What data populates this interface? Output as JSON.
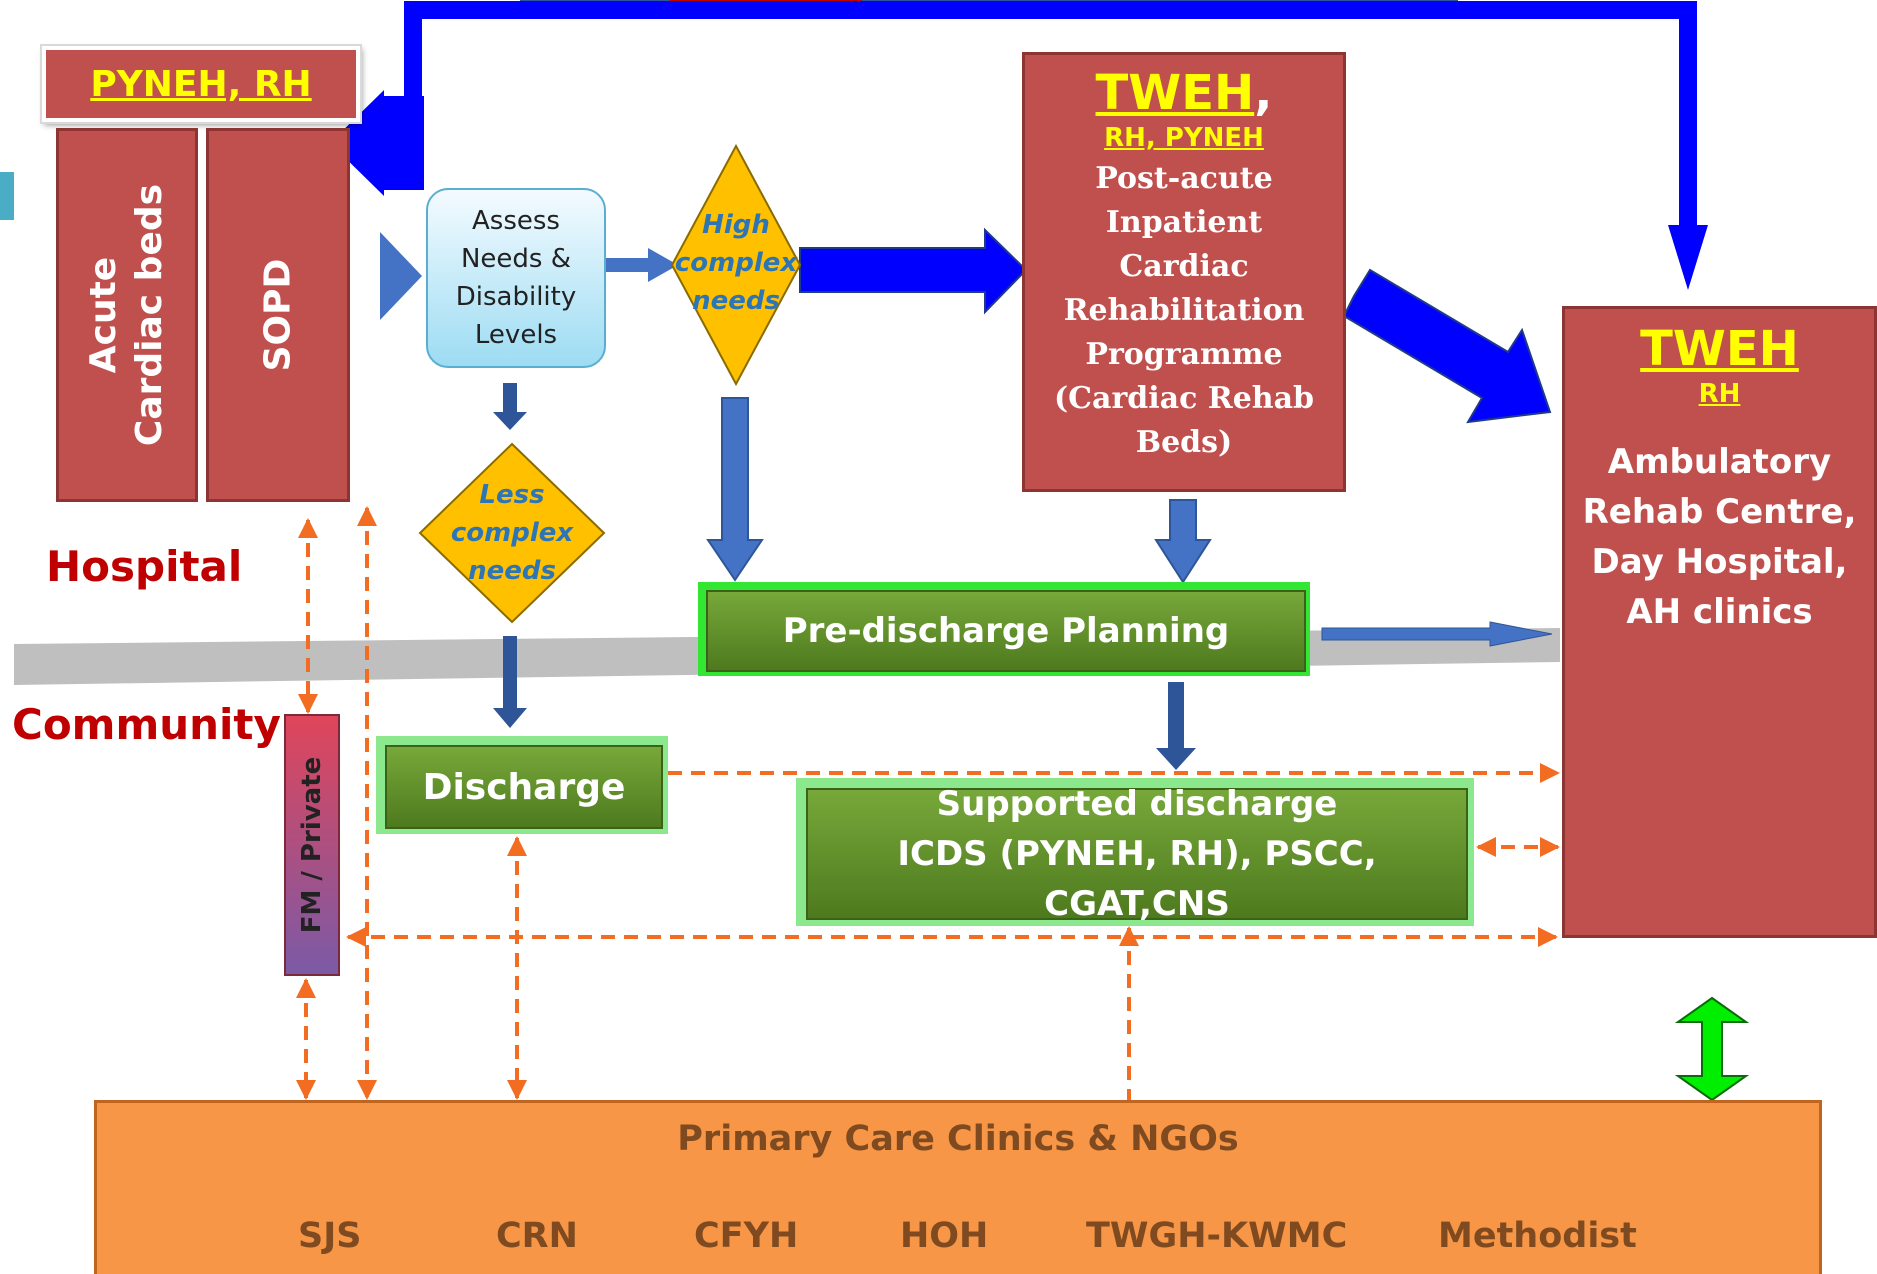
{
  "zones": {
    "hospital": "Hospital",
    "community": "Community"
  },
  "pyneh_box": {
    "title": "PYNEH, RH",
    "col1_line1": "Acute",
    "col1_line2": "Cardiac beds",
    "col2": "SOPD"
  },
  "assess": {
    "lines": [
      "Assess",
      "Needs &",
      "Disability",
      "Levels"
    ]
  },
  "high_diamond": {
    "lines": [
      "High",
      "complex",
      "needs"
    ]
  },
  "less_diamond": {
    "lines": [
      "Less",
      "complex",
      "needs"
    ]
  },
  "tweh_inpatient": {
    "title": "TWEH",
    "title_suffix": ",",
    "subtitle": "RH, PYNEH",
    "body": [
      "Post-acute",
      "Inpatient",
      "Cardiac",
      "Rehabilitation",
      "Programme",
      "(Cardiac Rehab",
      "Beds)"
    ]
  },
  "tweh_ambulatory": {
    "title": "TWEH",
    "subtitle": "RH",
    "body": [
      "Ambulatory",
      "Rehab Centre,",
      "Day Hospital,",
      "AH clinics"
    ]
  },
  "predischarge": "Pre-discharge Planning",
  "discharge": "Discharge",
  "supported": {
    "line1": "Supported discharge",
    "line2": "ICDS (PYNEH, RH), PSCC, CGAT,CNS"
  },
  "fm_private": "FM / Private",
  "primary_care": {
    "title": "Primary Care Clinics & NGOs",
    "clinics": [
      "SJS",
      "CRN",
      "CFYH",
      "HOH",
      "TWGH-KWMC",
      "Methodist"
    ]
  },
  "colors": {
    "red_box": "#c0504d",
    "blue_arrow": "#0000ff",
    "steel_arrow": "#4472c4",
    "orange_dash": "#f26c22",
    "green_arrow": "#00ee00",
    "primary_fill": "#f79646"
  }
}
